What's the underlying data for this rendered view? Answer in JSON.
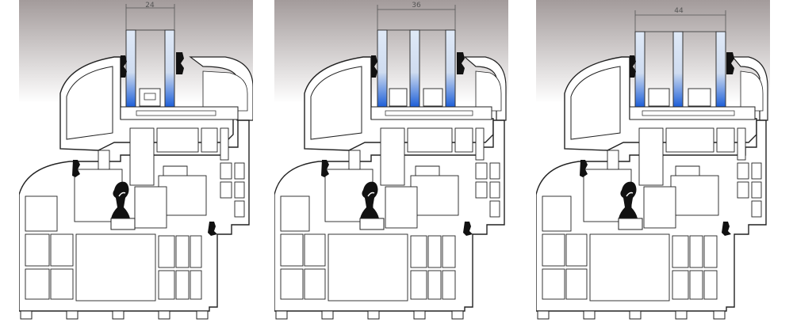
{
  "panels": [
    {
      "glass_thickness": "24",
      "panes": 2
    },
    {
      "glass_thickness": "36",
      "panes": 3
    },
    {
      "glass_thickness": "44",
      "panes": 3
    }
  ],
  "colors": {
    "background_top": "#a49c9c",
    "background_bottom": "#ffffff",
    "profile_fill": "#ffffff",
    "profile_stroke": "#222222",
    "glass_blue": "#1e5fd8",
    "glass_light": "#dfe9f7",
    "gasket": "#111111",
    "dimension_line": "#555555"
  }
}
